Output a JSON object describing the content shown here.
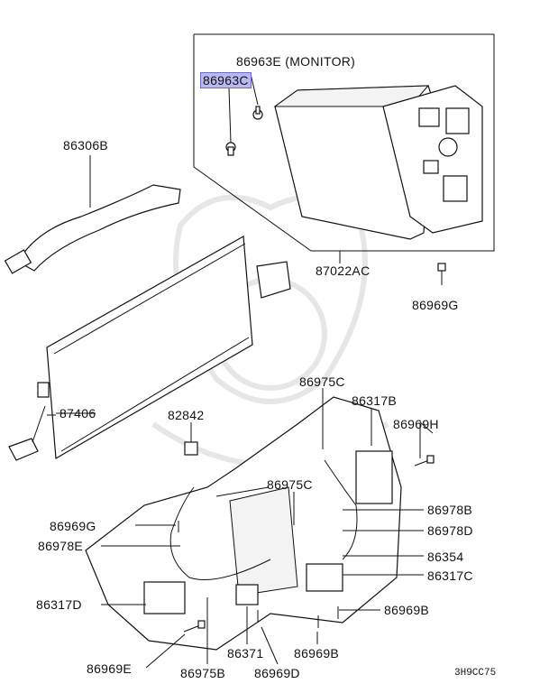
{
  "diagram_id": "3H9CC75",
  "callouts": {
    "monitor": "86963E (MONITOR)",
    "screw_highlighted": "86963C",
    "hose": "86306B",
    "monitor_unit": "87022AC",
    "bolt_right_top": "86969G",
    "condenser": "87406",
    "connector_top": "82842",
    "clip_top": "86975C",
    "harness_top": "86317B",
    "bolt_h": "86969H",
    "clip_mid": "86975C",
    "clip_b": "86978B",
    "bolt_g_left": "86969G",
    "clip_d": "86978D",
    "clip_e": "86978E",
    "sensor": "86354",
    "harness_c": "86317C",
    "harness_d": "86317D",
    "bolt_b_right": "86969B",
    "bolt_e": "86969E",
    "clip_b_bottom": "86975B",
    "connector_bottom": "86371",
    "bolt_b_bottom": "86969B",
    "bolt_d": "86969D"
  }
}
